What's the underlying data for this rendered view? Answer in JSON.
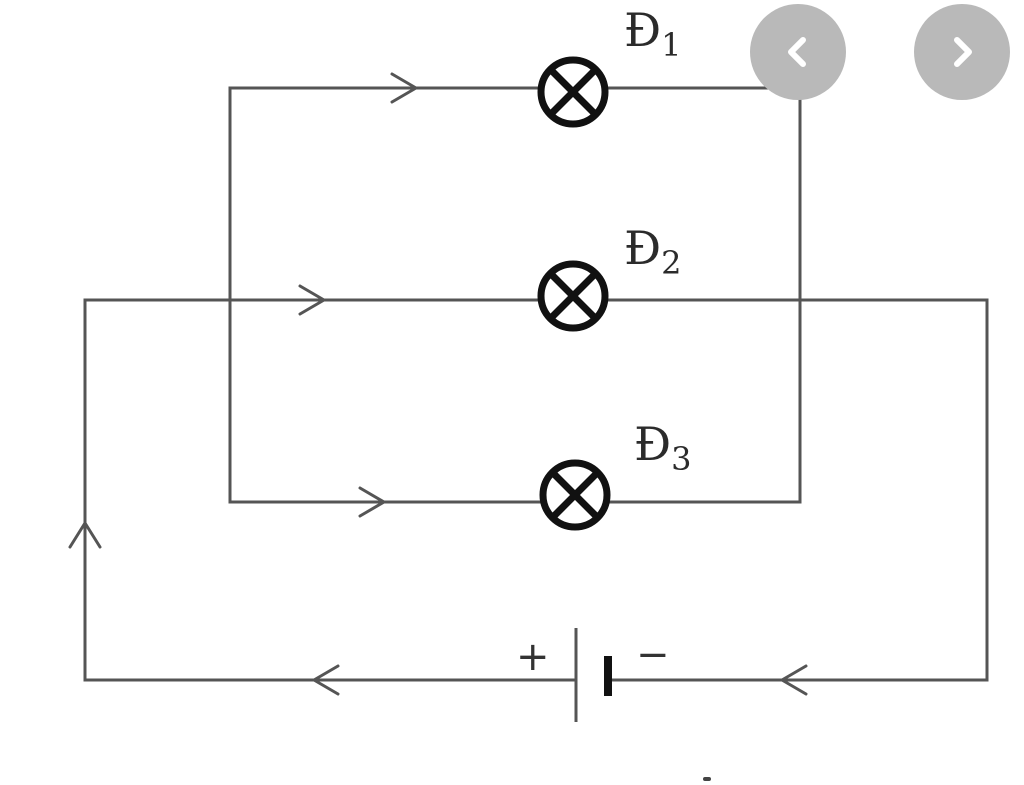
{
  "diagram": {
    "lamps": [
      {
        "letter": "Đ",
        "index": "1"
      },
      {
        "letter": "Đ",
        "index": "2"
      },
      {
        "letter": "Đ",
        "index": "3"
      }
    ],
    "battery": {
      "positive_sign": "+",
      "negative_sign": "−"
    }
  },
  "viewer": {
    "prev_icon": "chevron-left-icon",
    "next_icon": "chevron-right-icon",
    "button_color": "#b9b9b9"
  }
}
